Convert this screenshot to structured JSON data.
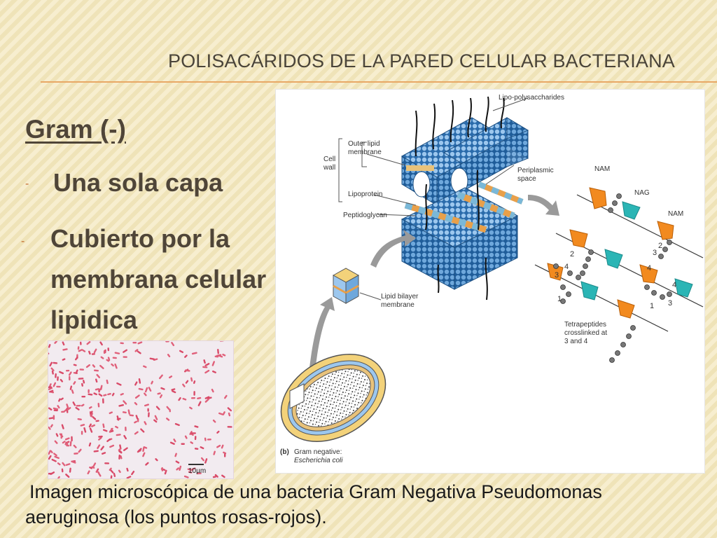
{
  "slide": {
    "title": "POLISACÁRIDOS DE LA PARED  CELULAR BACTERIANA",
    "heading": "Gram (-)",
    "bullets": [
      {
        "marker": "-",
        "text": "Una sola capa"
      },
      {
        "marker": "-",
        "text": "Cubierto por la membrana celular lipidica"
      }
    ],
    "caption": "Imagen microscópica de una bacteria Gram Negativa Pseudomonas aeruginosa (los puntos rosas-rojos)."
  },
  "diagram": {
    "labels": {
      "lps": "Lipo-polysaccharides",
      "cell_wall_1": "Cell",
      "cell_wall_2": "wall",
      "outer_membrane_1": "Outer lipid",
      "outer_membrane_2": "membrane",
      "lipoprotein": "Lipoprotein",
      "peptidoglycan": "Peptidoglycan",
      "periplasmic_1": "Periplasmic",
      "periplasmic_2": "space",
      "lipid_bilayer_1": "Lipid bilayer",
      "lipid_bilayer_2": "membrane",
      "nam_1": "NAM",
      "nag": "NAG",
      "nam_2": "NAM",
      "tetra_1": "Tetrapeptides",
      "tetra_2": "crosslinked at",
      "tetra_3": "3 and 4",
      "panel_tag": "(b)",
      "gram_negative": "Gram negative:",
      "species": "Escherichia coli"
    },
    "numbers": [
      "1",
      "2",
      "3",
      "4"
    ]
  },
  "micro": {
    "scale": "10µm"
  },
  "colors": {
    "title": "#4a4439",
    "rule": "#e8a865",
    "dash": "#c36a2d",
    "membrane": "#2f6fb0",
    "nam": "#f28a1f",
    "nag": "#2bb5b5",
    "stain": "#e0607a"
  }
}
